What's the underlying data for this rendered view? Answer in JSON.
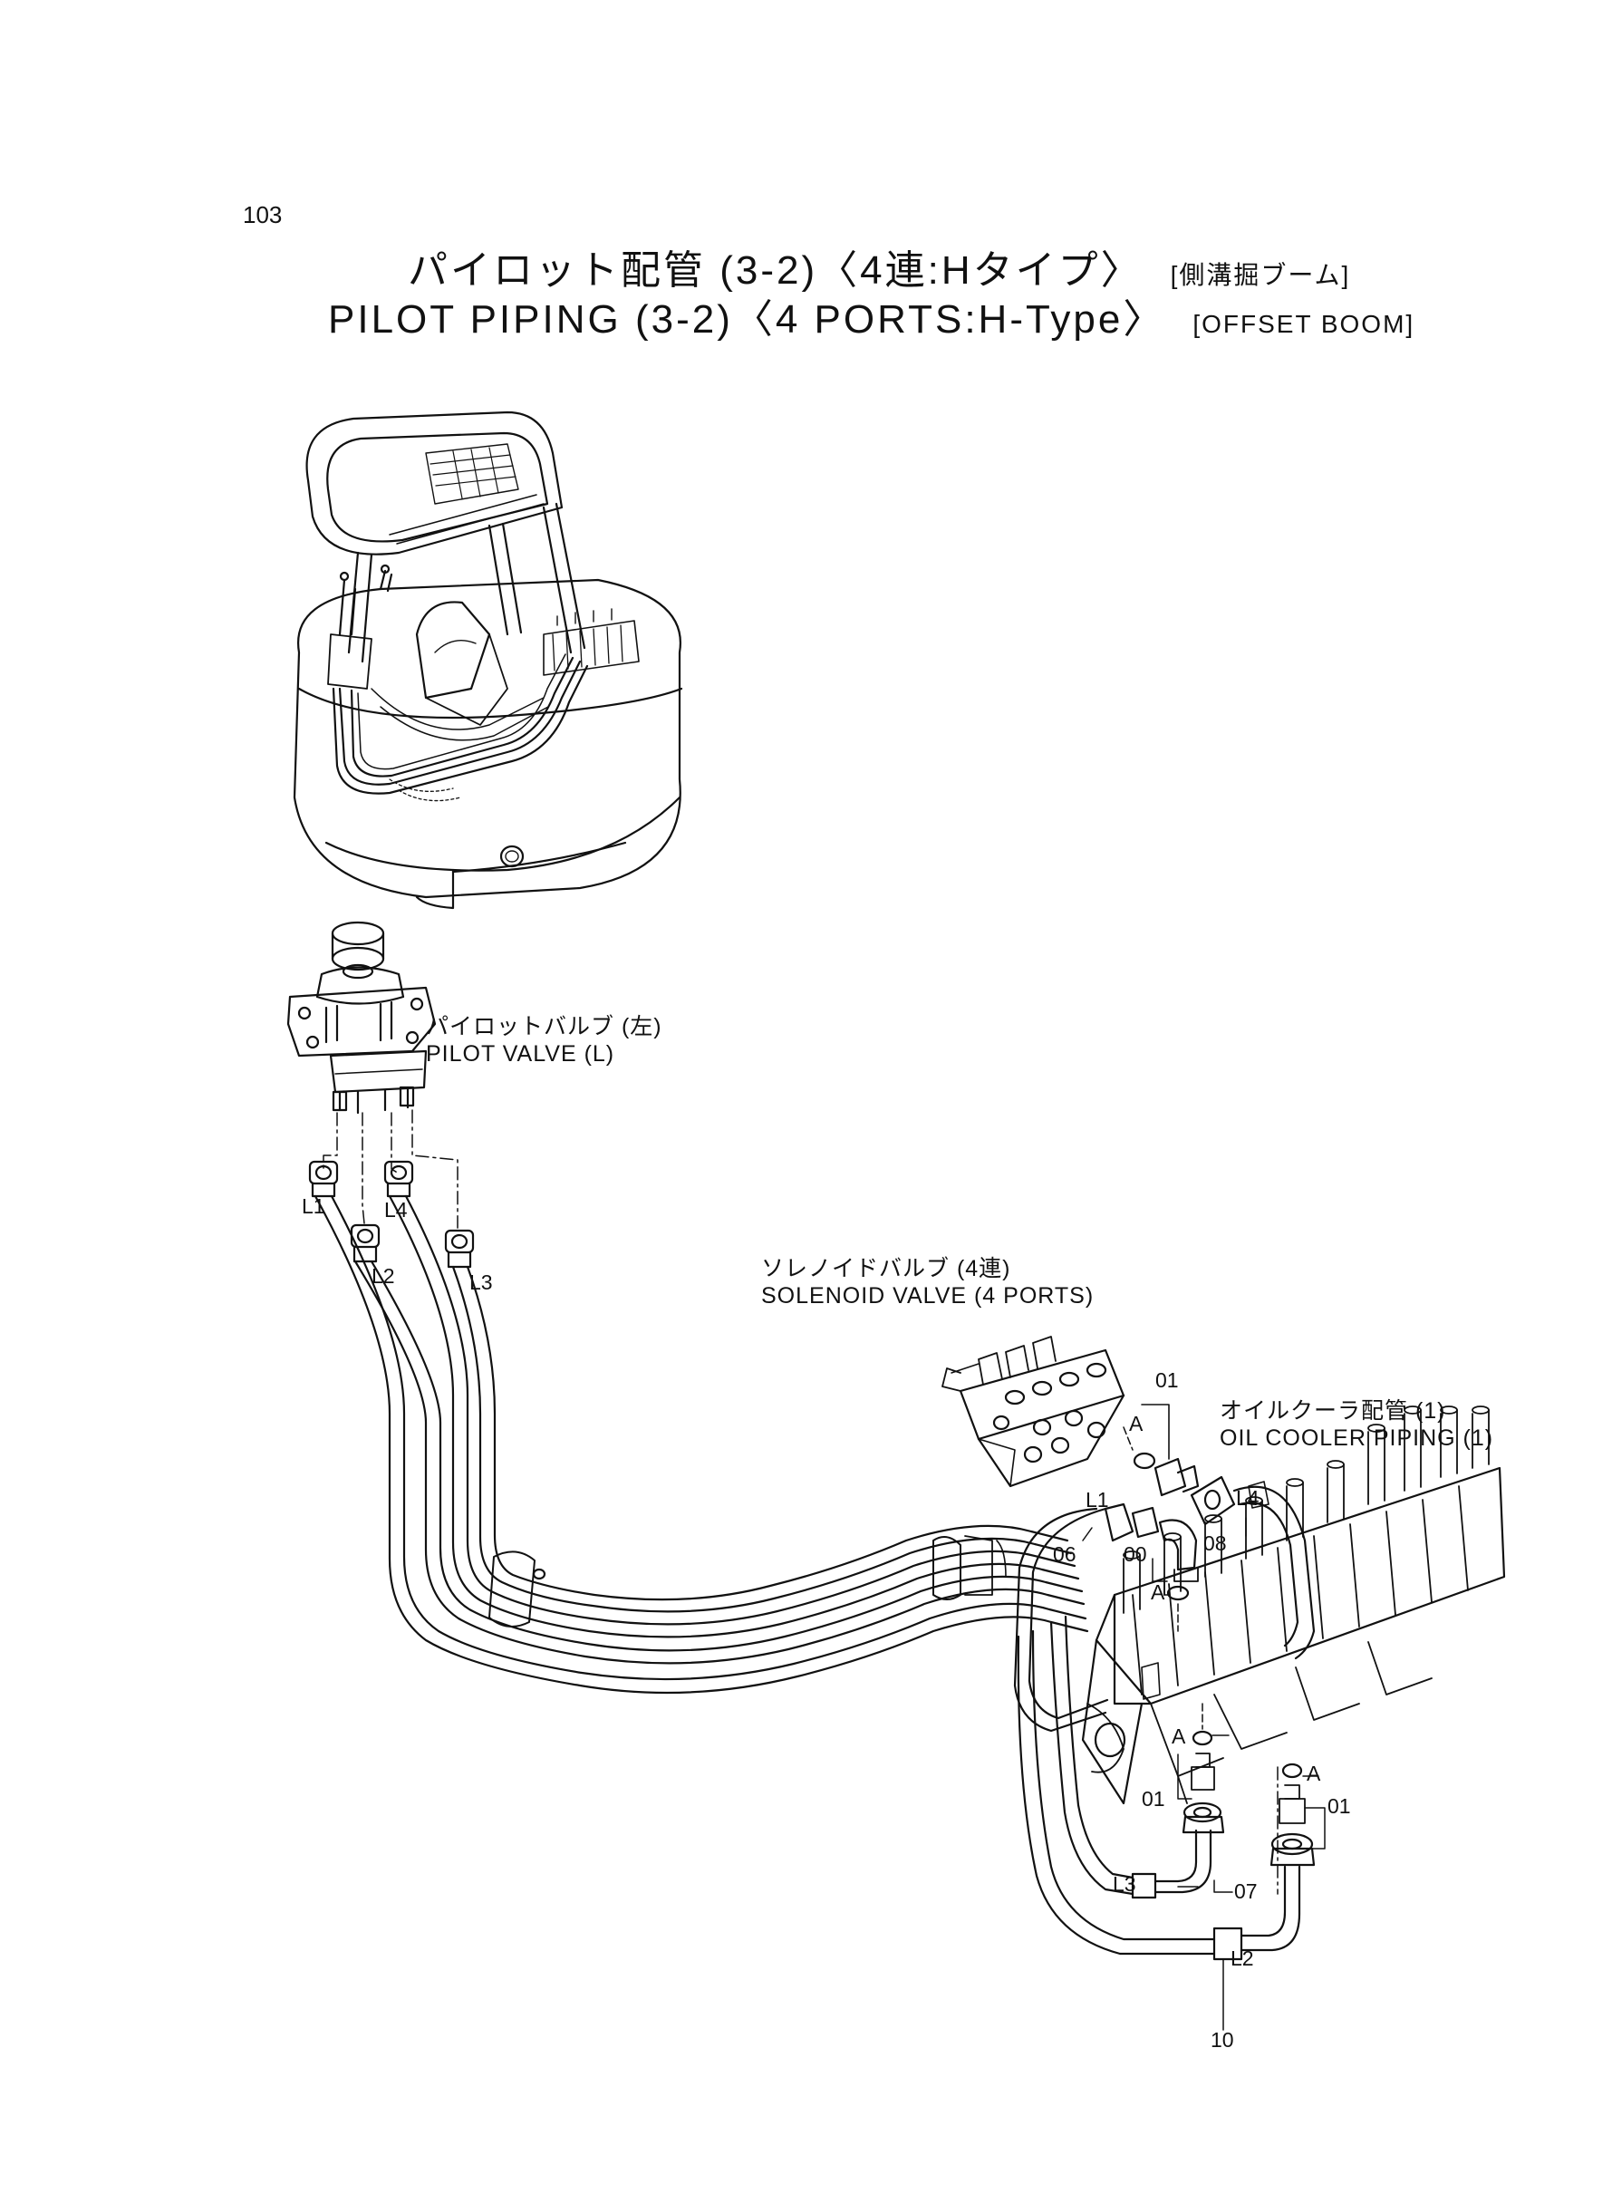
{
  "page_number": "103",
  "title": {
    "jp_main": "パイロット配管 (3-2)〈4連:Hタイプ〉",
    "jp_sub": "[側溝掘ブーム]",
    "en_main": "PILOT PIPING (3-2)〈4 PORTS:H-Type〉",
    "en_sub": "[OFFSET BOOM]"
  },
  "labels": {
    "pilot_valve_jp": "パイロットバルブ (左)",
    "pilot_valve_en": "PILOT VALVE (L)",
    "solenoid_valve_jp": "ソレノイドバルブ (4連)",
    "solenoid_valve_en": "SOLENOID VALVE (4 PORTS)",
    "oil_cooler_jp": "オイルクーラ配管 (1)",
    "oil_cooler_en": "OIL COOLER PIPING (1)"
  },
  "hose_ids": {
    "l1": "L1",
    "l2": "L2",
    "l3": "L3",
    "l4": "L4"
  },
  "part_numbers": {
    "p00": "00",
    "p01": "01",
    "p06": "06",
    "p07": "07",
    "p08": "08",
    "p10": "10"
  },
  "markers": {
    "a": "A"
  }
}
